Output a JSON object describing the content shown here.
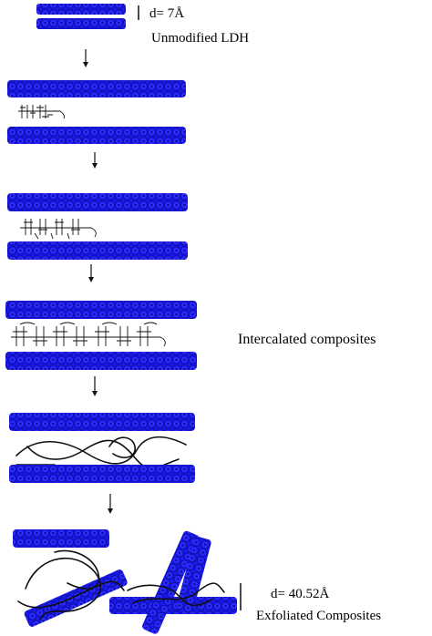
{
  "labels": {
    "d_unmodified": "d= 7Å",
    "unmodified": "Unmodified LDH",
    "intercalated": "Intercalated composites",
    "d_exfoliated": "d= 40.52Å",
    "exfoliated": "Exfoliated Composites"
  },
  "colors": {
    "layer": "#1a1aee",
    "layer_dark": "#0a0a9a",
    "ink": "#111111"
  }
}
